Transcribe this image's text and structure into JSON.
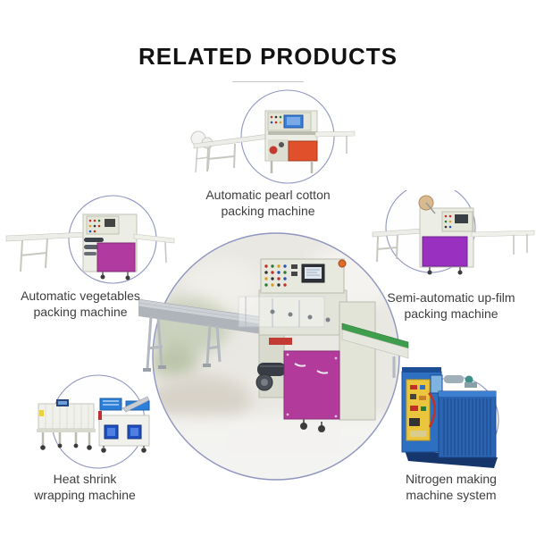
{
  "page": {
    "title": "RELATED PRODUCTS",
    "title_color": "#121212",
    "underline_color": "#c6c6c6",
    "background": "#ffffff",
    "circle_stroke": "#8f95c0",
    "caption_color": "#3d3d3d"
  },
  "products": {
    "pearl_cotton": {
      "name": "Automatic pearl cotton packing machine",
      "accent": "#e0512b"
    },
    "vegetables": {
      "name": "Automatic vegetables packing machine",
      "accent": "#b13aa0"
    },
    "up_film": {
      "name": "Semi-automatic up-film packing machine",
      "accent": "#9a30c0"
    },
    "heat_shrink": {
      "name": "Heat shrink wrapping machine",
      "accent": "#2b7fd8"
    },
    "nitrogen": {
      "name": "Nitrogen making machine system",
      "accent": "#2d6fc0"
    },
    "featured": {
      "accent": "#b23a9b"
    }
  }
}
